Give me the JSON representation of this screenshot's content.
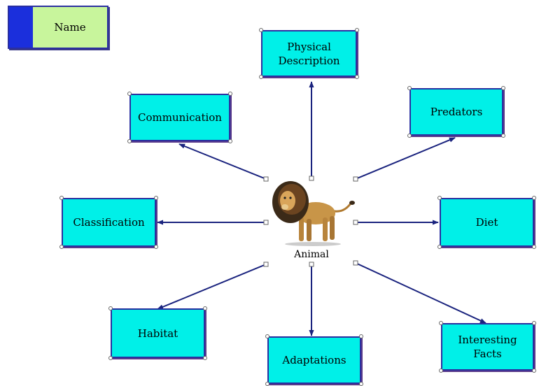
{
  "name_box": {
    "label": "Name",
    "stripe_color": "#1b2fdc",
    "fill_color": "#c8f59c"
  },
  "center": {
    "label": "Animal",
    "image": "lion-icon"
  },
  "nodes": [
    {
      "id": "physical-description",
      "label": "Physical\nDescription"
    },
    {
      "id": "predators",
      "label": "Predators"
    },
    {
      "id": "diet",
      "label": "Diet"
    },
    {
      "id": "interesting-facts",
      "label": "Interesting\nFacts"
    },
    {
      "id": "adaptations",
      "label": "Adaptations"
    },
    {
      "id": "habitat",
      "label": "Habitat"
    },
    {
      "id": "classification",
      "label": "Classification"
    },
    {
      "id": "communication",
      "label": "Communication"
    }
  ],
  "colors": {
    "node_fill": "#00f0e8",
    "node_border": "#2a2fa0",
    "arrow": "#1a237e"
  }
}
